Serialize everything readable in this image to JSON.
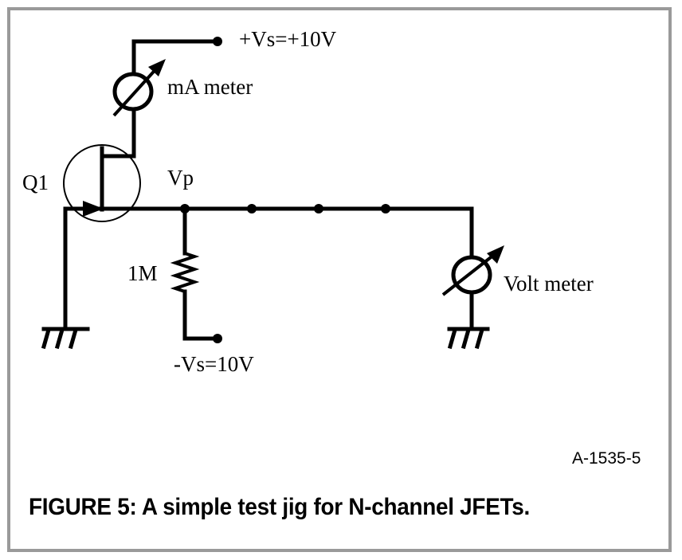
{
  "labels": {
    "supply_positive": "+Vs=+10V",
    "ma_meter": "mA meter",
    "transistor": "Q1",
    "node_vp": "Vp",
    "resistor": "1M",
    "supply_negative": "-Vs=10V",
    "volt_meter": "Volt meter"
  },
  "figure_code": "A-1535-5",
  "caption": "FIGURE 5: A simple test jig for N-channel JFETs.",
  "colors": {
    "wire": "#000000",
    "frame": "#9a9a9a",
    "background": "#ffffff"
  }
}
